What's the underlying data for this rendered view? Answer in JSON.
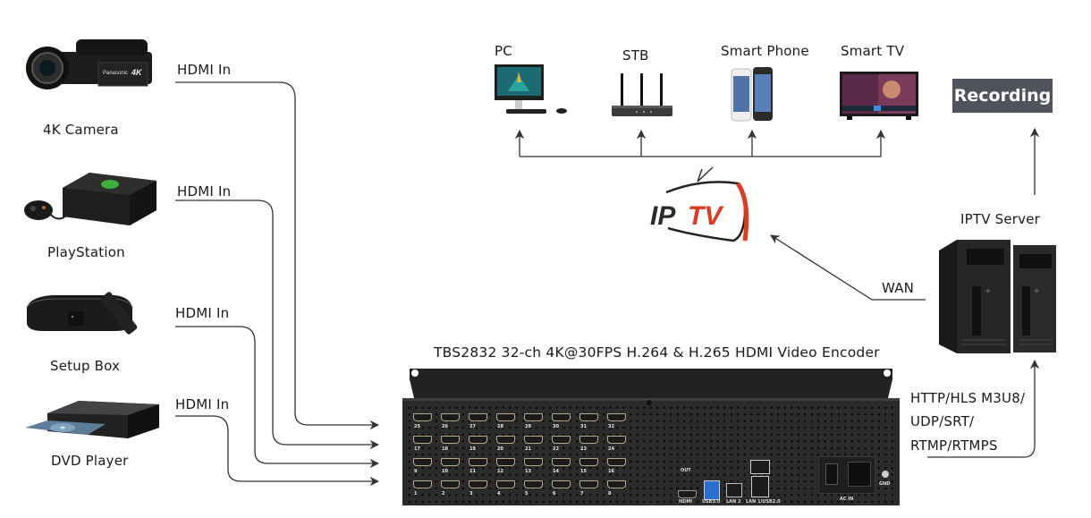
{
  "title": "TBS2832 32-ch 4K@30FPS H.264 & H.265 HDMI Video Encoder",
  "sources": [
    {
      "label": "4K Camera",
      "icon": "camcorder-icon",
      "link_label": "HDMI In"
    },
    {
      "label": "PlayStation",
      "icon": "game-console-icon",
      "link_label": "HDMI In"
    },
    {
      "label": "Setup Box",
      "icon": "set-top-box-icon",
      "link_label": "HDMI In"
    },
    {
      "label": "DVD Player",
      "icon": "dvd-player-icon",
      "link_label": "HDMI In"
    }
  ],
  "clients": [
    {
      "label": "PC",
      "icon": "desktop-pc-icon"
    },
    {
      "label": "STB",
      "icon": "router-icon"
    },
    {
      "label": "Smart Phone",
      "icon": "smartphone-icon"
    },
    {
      "label": "Smart TV",
      "icon": "smart-tv-icon"
    }
  ],
  "iptv_logo": {
    "text_dark": "IP",
    "text_red": "TV",
    "colors": {
      "dark": "#2b2b2b",
      "red": "#e03a1e"
    }
  },
  "recording": {
    "label": "Recording",
    "bg": "#50525c"
  },
  "server": {
    "label": "IPTV Server",
    "icon": "tower-server-icon"
  },
  "wan_label": "WAN",
  "protocols": [
    "HTTP/HLS M3U8/",
    "UDP/SRT/",
    "RTMP/RTMPS"
  ],
  "encoder": {
    "icon": "rack-encoder-icon",
    "hdmi_rows": [
      [
        "25",
        "26",
        "27",
        "28",
        "29",
        "30",
        "31",
        "32"
      ],
      [
        "17",
        "18",
        "19",
        "20",
        "21",
        "22",
        "23",
        "24"
      ],
      [
        "9",
        "10",
        "11",
        "12",
        "13",
        "14",
        "15",
        "16"
      ],
      [
        "1",
        "2",
        "3",
        "4",
        "5",
        "6",
        "7",
        "8"
      ]
    ],
    "out_label": "OUT",
    "hdmi_label": "HDMI",
    "usb_label": "USB3.0",
    "lan2_label": "LAN 2",
    "lan1_label": "LAN 1/USB2.0",
    "ac_label": "AC IN",
    "gnd_label": "GND"
  }
}
